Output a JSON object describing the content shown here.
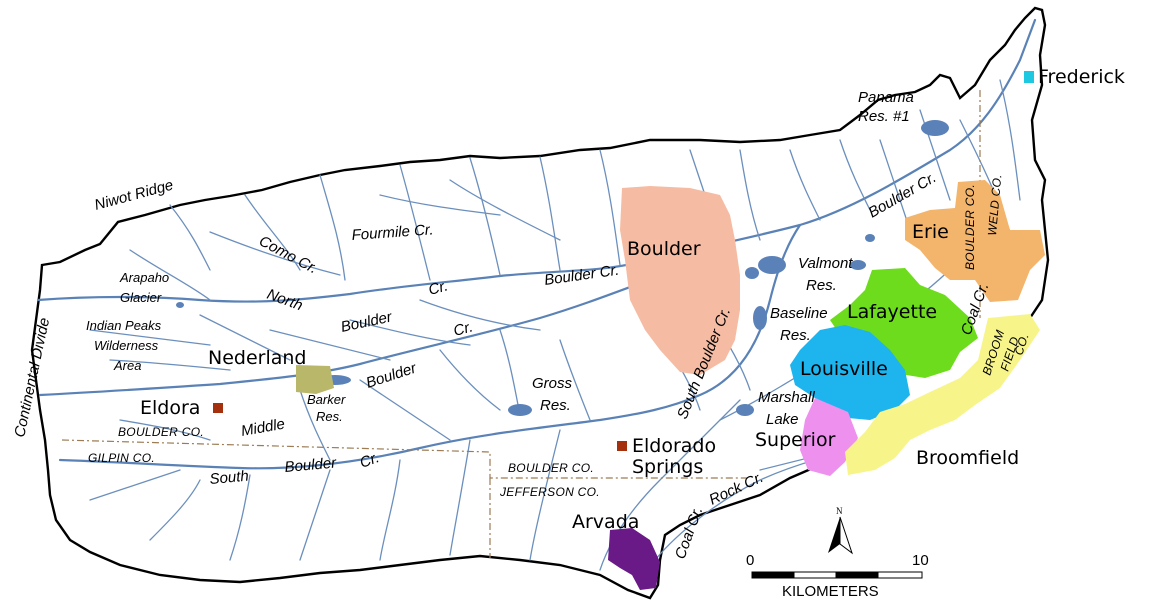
{
  "colors": {
    "water": "#5b82b8",
    "boulder": "#f5bca3",
    "erie": "#f3b46c",
    "lafayette": "#6ddc1c",
    "louisville": "#1eb4ee",
    "superior": "#ee90ee",
    "broomfield": "#f7f58a",
    "arvada": "#6a1a86",
    "nederland": "#b9b86a",
    "frederick": "#1ec8e0",
    "point_marker": "#a5300e",
    "county_line": "#9c7c55"
  },
  "towns": {
    "frederick": "Frederick",
    "boulder": "Boulder",
    "erie": "Erie",
    "lafayette": "Lafayette",
    "louisville": "Louisville",
    "superior": "Superior",
    "broomfield": "Broomfield",
    "arvada": "Arvada",
    "nederland": "Nederland",
    "eldora": "Eldora",
    "eldorado_1": "Eldorado",
    "eldorado_2": "Springs"
  },
  "features": {
    "panama_1": "Panama",
    "panama_2": "Res. #1",
    "niwot": "Niwot Ridge",
    "fourmile": "Fourmile Cr.",
    "como": "Como Cr.",
    "arapaho_1": "Arapaho",
    "arapaho_2": "Glacier",
    "north": "North",
    "boulder_cr_n": "Boulder",
    "cr_n": "Cr.",
    "boulder_cr_main": "Boulder Cr.",
    "boulder_cr_ne": "Boulder Cr.",
    "indian_1": "Indian Peaks",
    "indian_2": "Wilderness",
    "indian_3": "Area",
    "continental": "Continental Divide",
    "boulder_cr_mid": "Boulder",
    "cr_mid": "Cr.",
    "middle": "Middle",
    "barker_1": "Barker",
    "barker_2": "Res.",
    "gross_1": "Gross",
    "gross_2": "Res.",
    "south_boulder_cr": "South Boulder Cr.",
    "valmont_1": "Valmont",
    "valmont_2": "Res.",
    "baseline_1": "Baseline",
    "baseline_2": "Res.",
    "marshall_1": "Marshall",
    "marshall_2": "Lake",
    "south": "South",
    "boulder_s": "Boulder",
    "cr_s": "Cr.",
    "coal_cr_e": "Coal Cr.",
    "coal_cr_s": "Coal Cr.",
    "rock_cr": "Rock Cr."
  },
  "counties": {
    "boulder_w": "BOULDER CO.",
    "gilpin": "GILPIN CO.",
    "boulder_c": "BOULDER CO.",
    "jefferson": "JEFFERSON CO.",
    "boulder_e": "BOULDER CO.",
    "weld": "WELD CO.",
    "broom": "BROOM",
    "field": "FIELD",
    "co": "CO."
  },
  "scale": {
    "start": "0",
    "end": "10",
    "units": "KILOMETERS",
    "north": "N"
  }
}
